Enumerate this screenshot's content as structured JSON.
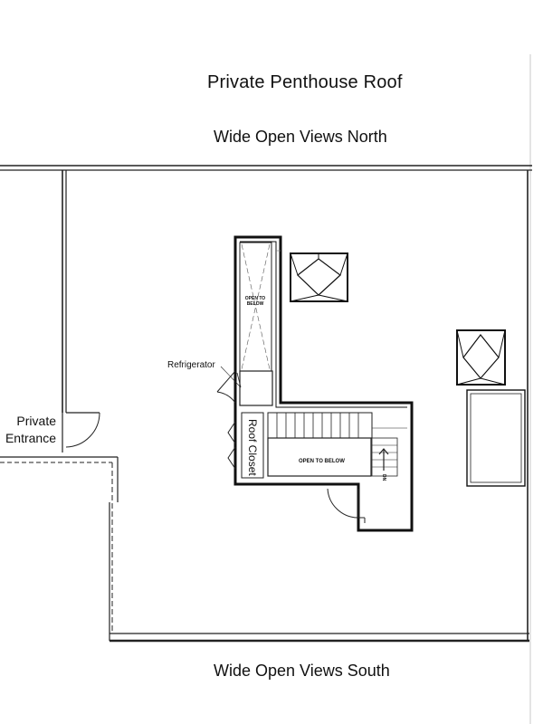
{
  "title": "Private Penthouse Roof",
  "views": {
    "north": "Wide Open Views North",
    "south": "Wide Open Views South"
  },
  "labels": {
    "refrigerator": "Refrigerator",
    "private_entrance": "Private Entrance",
    "roof_closet": "Roof Closet",
    "open_to_below_shaft": "OPEN TO BELOW",
    "open_to_below_stair": "OPEN TO BELOW",
    "stair_direction": "DN"
  }
}
